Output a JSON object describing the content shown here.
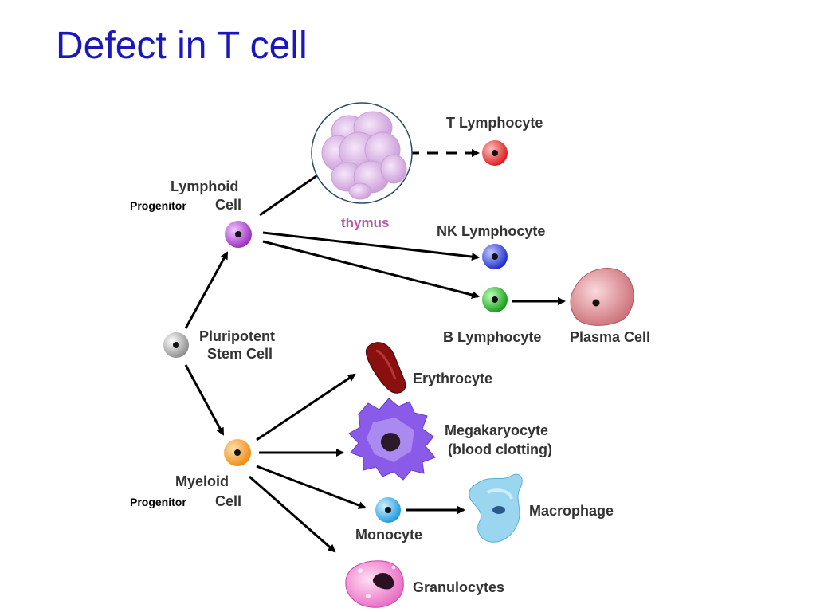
{
  "slide": {
    "title": "Defect in T cell"
  },
  "labels": {
    "lymphoid_line1": "Lymphoid",
    "lymphoid_line2": "Cell",
    "lymphoid_progenitor": "Progenitor",
    "thymus": "thymus",
    "t_lymphocyte": "T Lymphocyte",
    "nk_lymphocyte": "NK Lymphocyte",
    "b_lymphocyte": "B Lymphocyte",
    "plasma_cell": "Plasma Cell",
    "pluripotent_line1": "Pluripotent",
    "pluripotent_line2": "Stem Cell",
    "erythrocyte": "Erythrocyte",
    "megakaryocyte_line1": "Megakaryocyte",
    "megakaryocyte_line2": "(blood clotting)",
    "myeloid_line1": "Myeloid",
    "myeloid_line2": "Cell",
    "myeloid_progenitor": "Progenitor",
    "monocyte": "Monocyte",
    "macrophage": "Macrophage",
    "granulocytes": "Granulocytes"
  },
  "colors": {
    "title": "#1a18b8",
    "lymphoid_cell": "#a838c8",
    "t_cell": "#e03030",
    "nk_cell": "#2a3ad8",
    "b_cell": "#1aa81a",
    "stem_cell": "#909090",
    "myeloid_cell": "#f29a2a",
    "monocyte": "#28a8e8",
    "plasma_cell": "#e08890",
    "erythrocyte": "#8a1010",
    "megakaryocyte": "#8a5ae8",
    "macrophage": "#88d0ee",
    "granulocyte": "#f08ad0",
    "thymus": "#e4c4ec"
  }
}
